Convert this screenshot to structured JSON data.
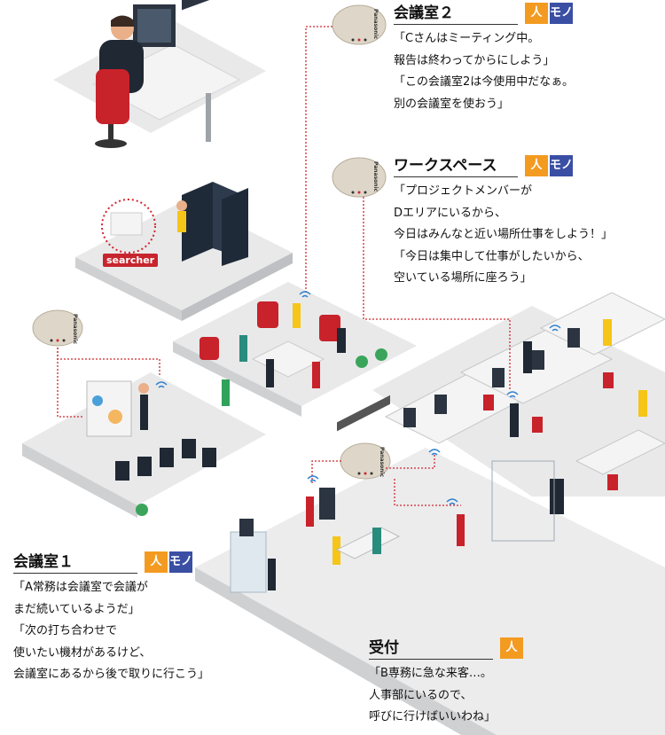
{
  "cards": {
    "meeting2": {
      "title": "会議室２",
      "badges": [
        "人",
        "モノ"
      ],
      "lines": [
        "「Cさんはミーティング中。",
        "報告は終わってからにしよう」",
        "「この会議室2は今使用中だなぁ。",
        "別の会議室を使おう」"
      ]
    },
    "workspace": {
      "title": "ワークスペース",
      "badges": [
        "人",
        "モノ"
      ],
      "lines": [
        "「プロジェクトメンバーが",
        "Dエリアにいるから、",
        "今日はみんなと近い場所仕事をしよう！」",
        "「今日は集中して仕事がしたいから、",
        "空いている場所に座ろう」"
      ]
    },
    "meeting1": {
      "title": "会議室１",
      "badges": [
        "人",
        "モノ"
      ],
      "lines": [
        "「A常務は会議室で会議が",
        "まだ続いているようだ」",
        "「次の打ち合わせで",
        "使いたい機材があるけど、",
        "会議室にあるから後で取りに行こう」"
      ]
    },
    "reception": {
      "title": "受付",
      "badges": [
        "人"
      ],
      "lines": [
        "「B専務に急な来客…。",
        "人事部にいるので、",
        "呼びに行けばいいわね」"
      ]
    }
  },
  "sensor_brand": "Panasonic",
  "searcher_label": "searcher",
  "colors": {
    "person_badge": "#f39b21",
    "thing_badge": "#3a4fa4",
    "connector": "#d0262e",
    "floor": "#e9e9ea",
    "floor_side": "#cfd0d2",
    "chair": "#c8222b"
  }
}
